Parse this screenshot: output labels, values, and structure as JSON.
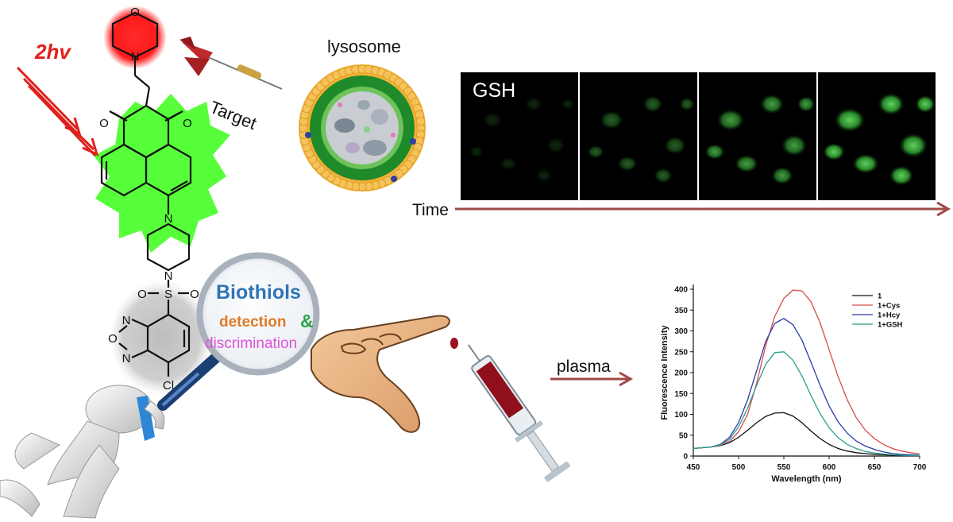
{
  "labels": {
    "excitation": "2hv",
    "target": "Target",
    "lysosome": "lysosome",
    "gsh": "GSH",
    "time": "Time",
    "biothiols": "Biothiols",
    "detection": "detection",
    "ampersand": "&",
    "discrimination": "discrimination",
    "plasma": "plasma"
  },
  "molecule": {
    "atoms": {
      "o1": "O",
      "o2": "O",
      "n_morph": "N",
      "o_morph": "O",
      "n_pip_top": "N",
      "n_pip_bottom": "N",
      "s": "S",
      "o_s_left": "O",
      "o_s_right": "O",
      "n_bzd_top": "N",
      "o_bzd": "O",
      "n_bzd_bottom": "N",
      "cl": "Cl"
    }
  },
  "colors": {
    "excitation": "#e0201c",
    "red_glow": "#ff1a1a",
    "green_glow": "#4dff2e",
    "arrow": "#9e4a46",
    "cys": "#d94a4a",
    "hcy": "#2b3aa8",
    "gsh": "#2aa08c",
    "blank": "#111111"
  },
  "chart_data": {
    "type": "line",
    "xlabel": "Wavelength (nm)",
    "ylabel": "Fluorescence Intensity",
    "xlim": [
      450,
      700
    ],
    "ylim": [
      0,
      400
    ],
    "xticks": [
      450,
      500,
      550,
      600,
      650,
      700
    ],
    "yticks": [
      0,
      50,
      100,
      150,
      200,
      250,
      300,
      350,
      400
    ],
    "grid": false,
    "legend_position": "top-right",
    "x": [
      450,
      460,
      470,
      480,
      490,
      500,
      510,
      520,
      530,
      540,
      550,
      560,
      570,
      580,
      590,
      600,
      610,
      620,
      630,
      640,
      650,
      660,
      670,
      680,
      690,
      700
    ],
    "series": [
      {
        "name": "1",
        "color": "#111111",
        "values": [
          18,
          20,
          22,
          25,
          32,
          45,
          62,
          80,
          95,
          103,
          104,
          96,
          80,
          60,
          42,
          28,
          18,
          12,
          8,
          6,
          4,
          3,
          2,
          2,
          1,
          1
        ]
      },
      {
        "name": "1+Cys",
        "color": "#d94a4a",
        "values": [
          18,
          20,
          22,
          26,
          35,
          58,
          100,
          175,
          265,
          335,
          378,
          398,
          396,
          370,
          320,
          255,
          190,
          135,
          92,
          62,
          42,
          28,
          18,
          12,
          8,
          5
        ]
      },
      {
        "name": "1+Hcy",
        "color": "#2b3aa8",
        "values": [
          18,
          20,
          22,
          28,
          45,
          80,
          135,
          205,
          275,
          318,
          330,
          315,
          278,
          225,
          170,
          120,
          82,
          55,
          36,
          24,
          16,
          10,
          6,
          4,
          3,
          2
        ]
      },
      {
        "name": "1+GSH",
        "color": "#2aa08c",
        "values": [
          18,
          20,
          22,
          27,
          40,
          70,
          115,
          170,
          220,
          248,
          250,
          230,
          192,
          145,
          102,
          68,
          44,
          28,
          18,
          11,
          7,
          5,
          3,
          2,
          1,
          1
        ]
      }
    ]
  }
}
